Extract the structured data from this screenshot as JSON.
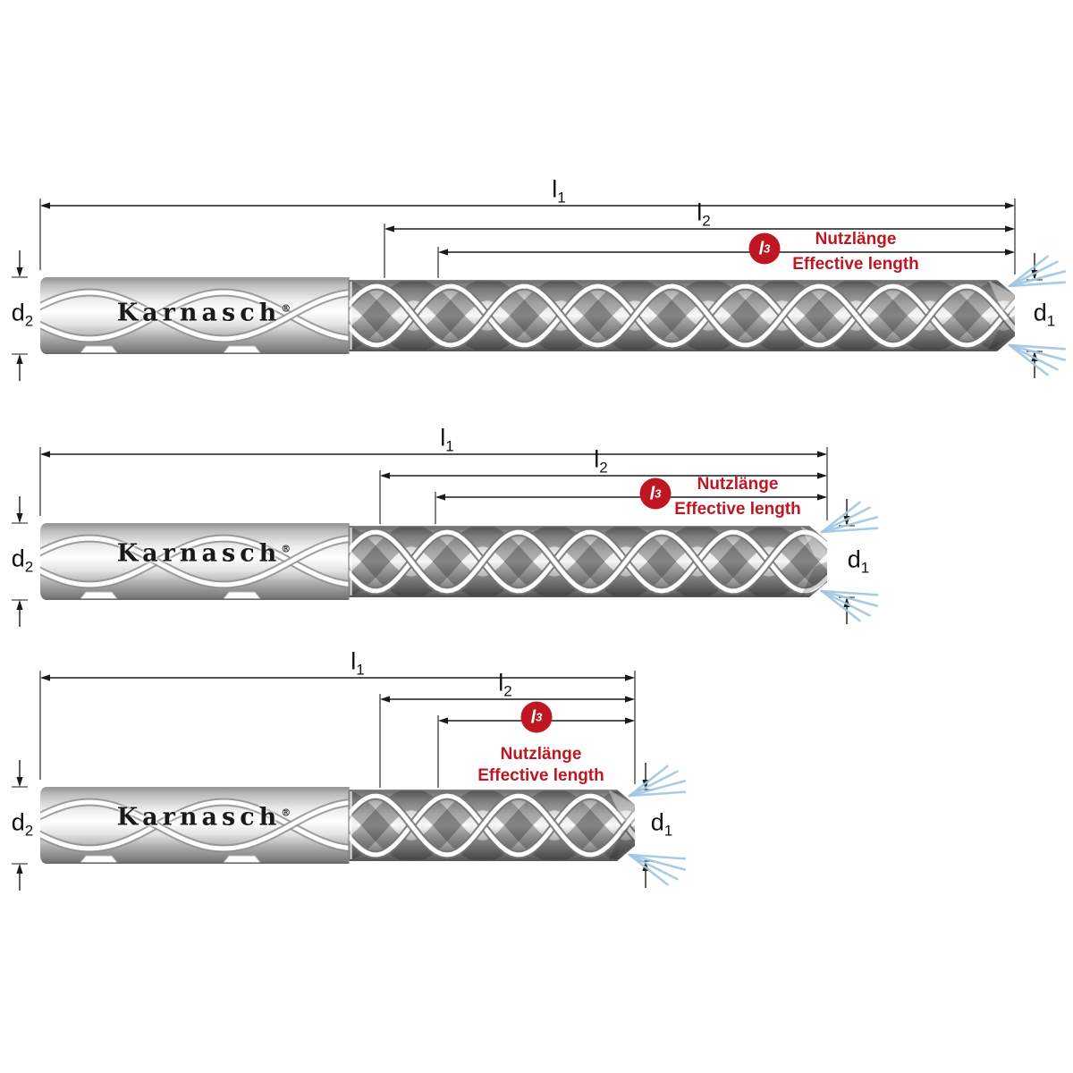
{
  "page": {
    "background": "#ffffff"
  },
  "colors": {
    "accent_red": "#bf1722",
    "spray_blue": "#9fc6e4",
    "line": "#1a1a1a",
    "logo": "#1a1a1a"
  },
  "brand": {
    "name": "Karnasch",
    "registered": "®"
  },
  "dimension_labels": {
    "l1": {
      "base": "l",
      "sub": "1"
    },
    "l2": {
      "base": "l",
      "sub": "2"
    },
    "l3": {
      "base": "l",
      "sub": "3"
    },
    "d1": {
      "base": "d",
      "sub": "1"
    },
    "d2": {
      "base": "d",
      "sub": "2"
    }
  },
  "badge": {
    "base": "l",
    "sub": "3"
  },
  "annotation": {
    "line1": "Nutzlänge",
    "line2": "Effective length"
  },
  "drills": [
    {
      "position": "top",
      "labels_shown": [
        "l1",
        "l2",
        "l3",
        "d1",
        "d2"
      ]
    },
    {
      "position": "middle",
      "labels_shown": [
        "l1",
        "l2",
        "l3",
        "d1",
        "d2"
      ]
    },
    {
      "position": "bottom",
      "labels_shown": [
        "l1",
        "l2",
        "l3",
        "d1",
        "d2"
      ]
    }
  ]
}
